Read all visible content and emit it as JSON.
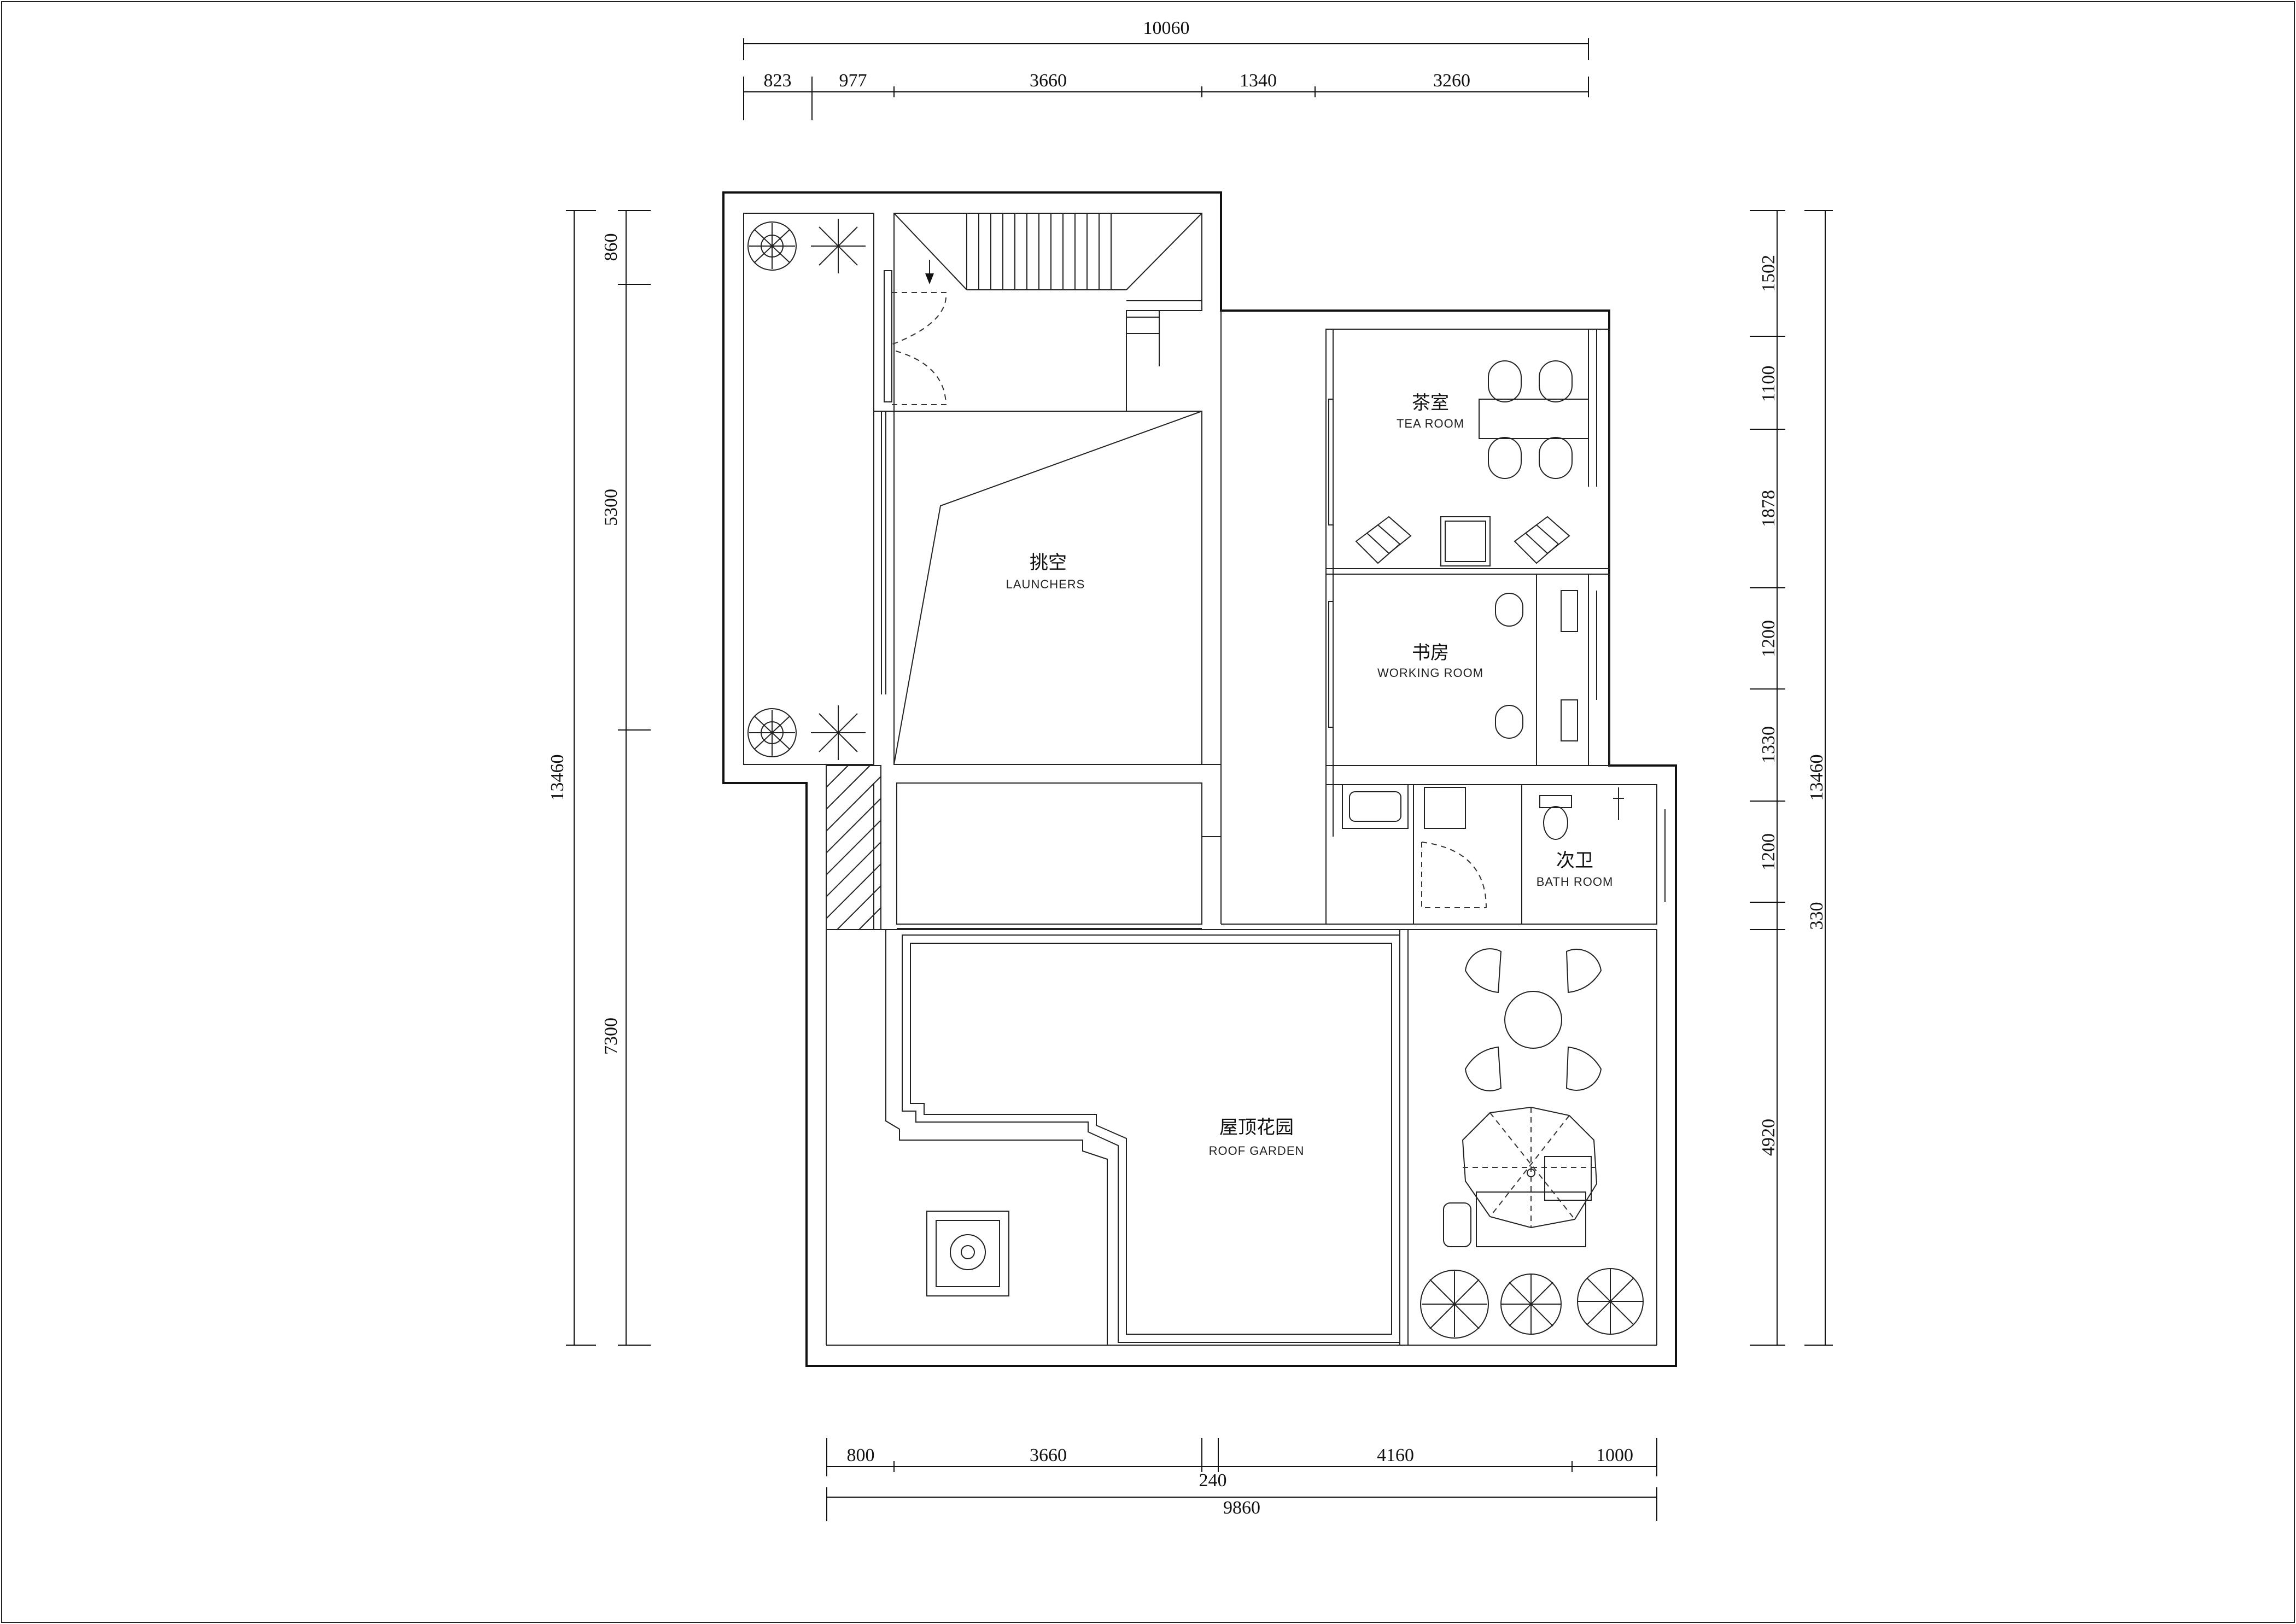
{
  "dimensions": {
    "top_overall": "10060",
    "top_segments": [
      "823",
      "977",
      "3660",
      "1340",
      "3260"
    ],
    "bottom_segments": [
      "800",
      "3660",
      "240",
      "4160",
      "1000"
    ],
    "bottom_overall": "9860",
    "left_segments": [
      "860",
      "5300",
      "7300"
    ],
    "left_overall": "13460",
    "right_segments": [
      "1502",
      "1100",
      "1878",
      "1200",
      "1330",
      "1200",
      "330",
      "4920"
    ],
    "right_overall": "13460"
  },
  "rooms": {
    "launchers": {
      "zh": "挑空",
      "en": "LAUNCHERS"
    },
    "tea_room": {
      "zh": "茶室",
      "en": "TEA ROOM"
    },
    "working_room": {
      "zh": "书房",
      "en": "WORKING ROOM"
    },
    "bath_room": {
      "zh": "次卫",
      "en": "BATH ROOM"
    },
    "roof_garden": {
      "zh": "屋顶花园",
      "en": "ROOF GARDEN"
    }
  },
  "colors": {
    "line": "#111111",
    "background": "#ffffff"
  }
}
